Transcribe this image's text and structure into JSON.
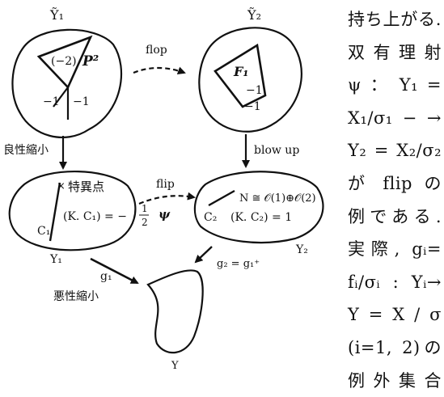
{
  "diagram": {
    "nodes": {
      "y1_tilde": {
        "label": "Ỹ₁",
        "triangle_self_intersection": "(−2)",
        "surface_label": "P²",
        "curve_label_left": "−1",
        "curve_label_right": "−1"
      },
      "y2_tilde": {
        "label": "Ỹ₂",
        "surface_label": "F₁",
        "curve_label_top": "−1",
        "curve_label_bottom": "−1"
      },
      "y1": {
        "label": "Y₁",
        "singular_point": "特異点",
        "curve_label": "C₁",
        "intersection_lhs": "(K. C₁) = −",
        "intersection_num": "1",
        "intersection_den": "2"
      },
      "y2": {
        "label": "Y₂",
        "normal_bundle": "N ≅ 𝒪(1)⊕𝒪(2)",
        "curve_label": "C₂",
        "intersection": "(K. C₂) = 1"
      },
      "y": {
        "label": "Y"
      }
    },
    "arrows": {
      "flop": "flop",
      "flip": "flip",
      "flip_map": "ψ",
      "good_contraction": "良性縮小",
      "blow_up": "blow up",
      "g1": "g₁",
      "bad_contraction": "悪性縮小",
      "g2": "g₂ = g₁⁺"
    }
  },
  "side_text": [
    "持ち上がる.",
    "双 有 理 射",
    "ψ ： Y₁ =",
    "X₁/σ₁ − →",
    "Y₂ = X₂/σ₂",
    "が flip の",
    "例である.",
    "実際, gᵢ=",
    "fᵢ/σᵢ : Yᵢ→",
    "Y = X / σ",
    "(i=1, 2)の",
    "例 外 集 合"
  ]
}
